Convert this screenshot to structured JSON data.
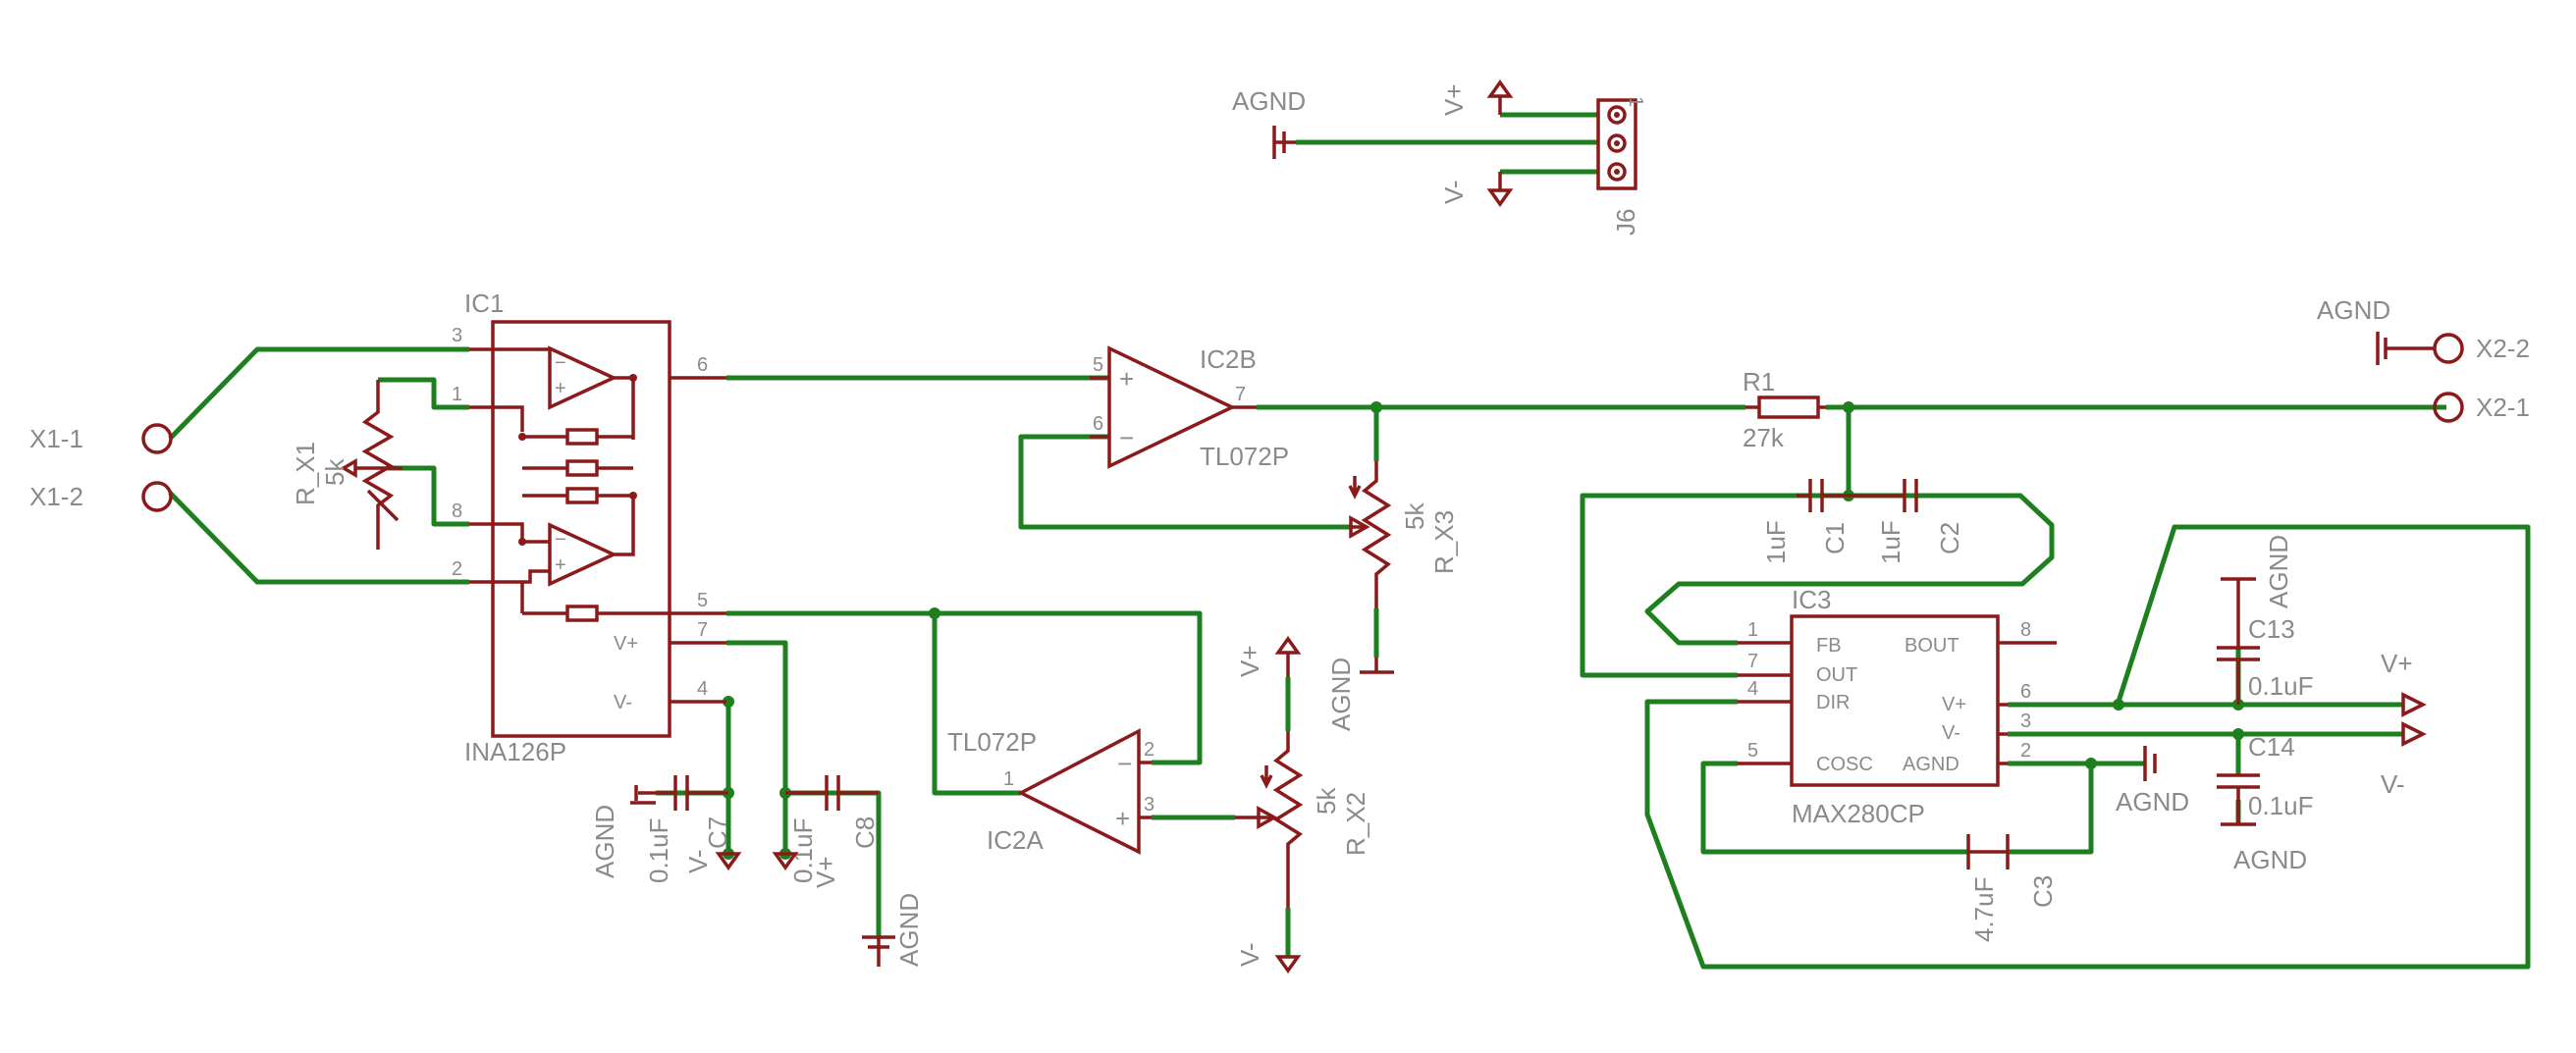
{
  "schematic": {
    "power": {
      "agnd": "AGND",
      "vplus": "V+",
      "vminus": "V-"
    },
    "connectors": {
      "j6": {
        "name": "J6",
        "pin1": "1"
      },
      "x1_1": "X1-1",
      "x1_2": "X1-2",
      "x2_1": "X2-1",
      "x2_2": "X2-2"
    },
    "ic1": {
      "name": "IC1",
      "value": "INA126P",
      "pins": {
        "p1": "1",
        "p2": "2",
        "p3": "3",
        "p4": "4",
        "p5": "5",
        "p6": "6",
        "p7": "7",
        "p8": "8"
      },
      "labels": {
        "vplus": "V+",
        "vminus": "V-"
      }
    },
    "ic2a": {
      "name": "IC2A",
      "value": "TL072P",
      "pins": {
        "p1": "1",
        "p2": "2",
        "p3": "3"
      }
    },
    "ic2b": {
      "name": "IC2B",
      "value": "TL072P",
      "pins": {
        "p5": "5",
        "p6": "6",
        "p7": "7"
      }
    },
    "ic3": {
      "name": "IC3",
      "value": "MAX280CP",
      "pins": {
        "p1": "1",
        "p2": "2",
        "p3": "3",
        "p4": "4",
        "p5": "5",
        "p6": "6",
        "p7": "7",
        "p8": "8"
      },
      "labels": {
        "fb": "FB",
        "out": "OUT",
        "dir": "DIR",
        "cosc": "COSC",
        "bout": "BOUT",
        "vplus": "V+",
        "vminus": "V-",
        "agnd": "AGND"
      }
    },
    "resistors": {
      "r1": {
        "name": "R1",
        "value": "27k"
      },
      "rx1": {
        "name": "R_X1",
        "value": "5k"
      },
      "rx2": {
        "name": "R_X2",
        "value": "5k"
      },
      "rx3": {
        "name": "R_X3",
        "value": "5k"
      }
    },
    "capacitors": {
      "c1": {
        "name": "C1",
        "value": "1uF"
      },
      "c2": {
        "name": "C2",
        "value": "1uF"
      },
      "c3": {
        "name": "C3",
        "value": "4.7uF"
      },
      "c7": {
        "name": "C7",
        "value": "0.1uF"
      },
      "c8": {
        "name": "C8",
        "value": "0.1uF"
      },
      "c13": {
        "name": "C13",
        "value": "0.1uF"
      },
      "c14": {
        "name": "C14",
        "value": "0.1uF"
      }
    },
    "colors": {
      "part": "#8b1a1a",
      "wire": "#1e7f1e",
      "text": "#8a8a8a"
    }
  }
}
